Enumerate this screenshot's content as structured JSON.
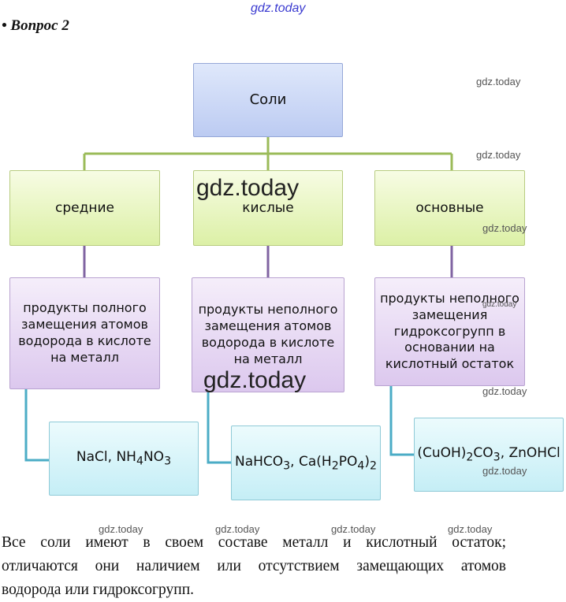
{
  "watermarks": {
    "top": "gdz.today",
    "small": "gdz.today",
    "big": "gdz.today"
  },
  "question": "• Вопрос 2",
  "diagram": {
    "root": "Соли",
    "branches": [
      {
        "type": "средние",
        "definition": "продукты полного замещения атомов водорода в кислоте на металл",
        "examples": [
          "NaCl,  NH",
          "4",
          "NO",
          "3"
        ]
      },
      {
        "type": "кислые",
        "definition": "продукты неполного замещения атомов водорода в кислоте на металл",
        "examples": [
          "NaHCO",
          "3",
          ", Ca(H",
          "2",
          "PO",
          "4",
          ")",
          "2"
        ]
      },
      {
        "type": "основные",
        "definition": "продукты неполного замещения гидроксогрупп в основании на кислотный остаток",
        "examples": [
          "(CuOH)",
          "2",
          "CO",
          "3",
          ", ZnOHCl"
        ]
      }
    ]
  },
  "footer": {
    "line1": "Все соли имеют в своем составе металл и кислотный остаток;",
    "line2": "отличаются они наличием или отсутствием замещающих атомов",
    "line3": "водорода или гидроксогрупп."
  },
  "colors": {
    "green_connector": "#9bbb59",
    "purple_connector": "#8064a2",
    "cyan_connector": "#4bacc6"
  }
}
